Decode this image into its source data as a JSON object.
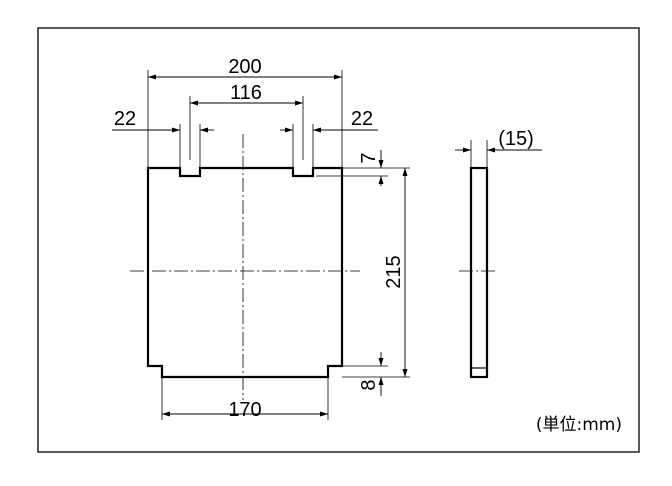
{
  "dimensions": {
    "overall_width": "200",
    "slot_spacing": "116",
    "left_slot_width": "22",
    "right_slot_width": "22",
    "slot_depth": "7",
    "height": "215",
    "bottom_notch": "8",
    "bottom_width": "170",
    "thickness": "(15)"
  },
  "unit_note": "(単位:mm)"
}
